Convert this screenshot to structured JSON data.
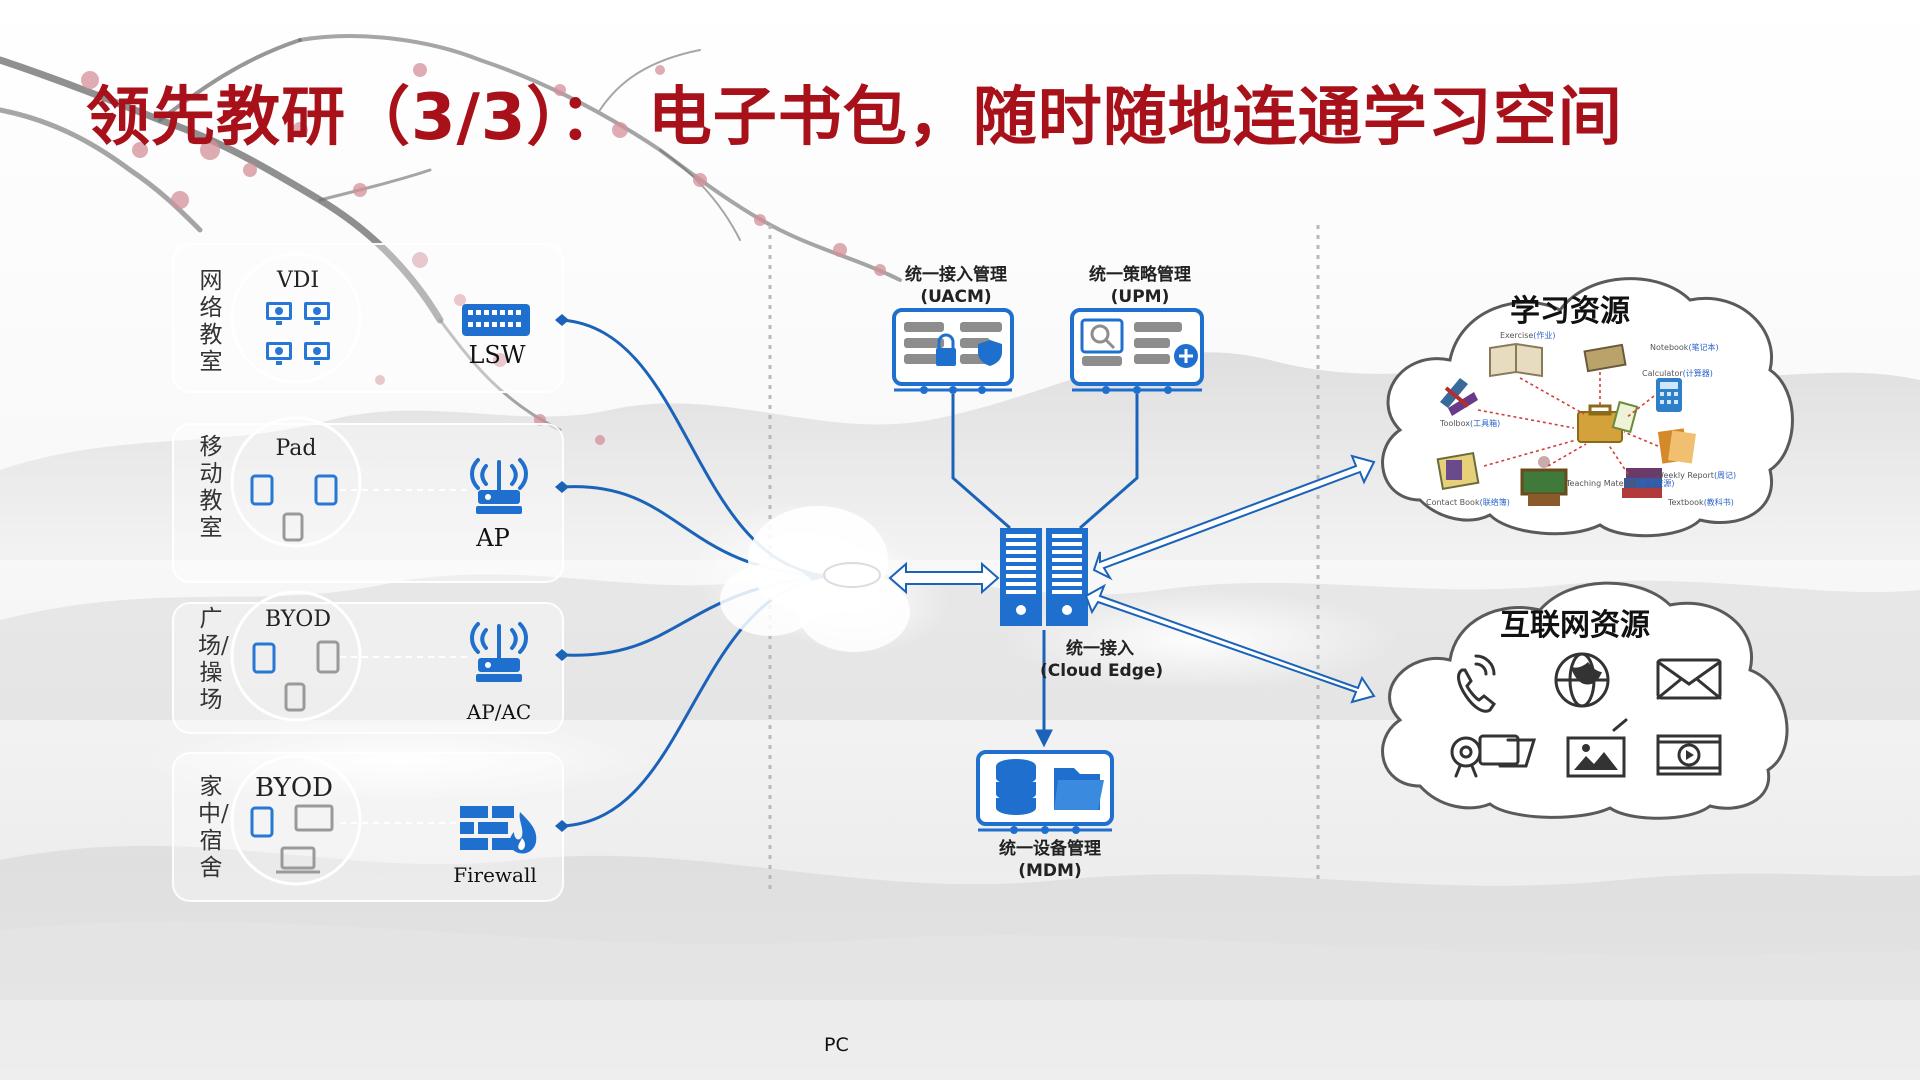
{
  "title": "领先教研（3/3）： 电子书包，随时随地连通学习空间",
  "zones": [
    {
      "label": "网络教室",
      "device_title": "VDI",
      "network_device": "LSW"
    },
    {
      "label": "移动教室",
      "device_title": "Pad",
      "network_device": "AP"
    },
    {
      "label": "广场/操场",
      "device_title": "BYOD",
      "network_device": "AP/AC"
    },
    {
      "label": "家中/宿舍",
      "device_title": "BYOD",
      "network_device": "Firewall"
    }
  ],
  "center": {
    "uacm": {
      "name": "统一接入管理",
      "abbr": "(UACM)"
    },
    "upm": {
      "name": "统一策略管理",
      "abbr": "(UPM)"
    },
    "edge": {
      "name": "统一接入",
      "abbr": "(Cloud Edge)"
    },
    "mdm": {
      "name": "统一设备管理",
      "abbr": "(MDM)"
    }
  },
  "learning_cloud": {
    "title": "学习资源",
    "items": [
      {
        "en": "Exercise",
        "cn": "(作业)"
      },
      {
        "en": "Notebook",
        "cn": "(笔记本)"
      },
      {
        "en": "Calculator",
        "cn": "(计算器)"
      },
      {
        "en": "Toolbox",
        "cn": "(工具箱)"
      },
      {
        "en": "Weekly Report",
        "cn": "(周记)"
      },
      {
        "en": "Teaching Material",
        "cn": "(教学资源)"
      },
      {
        "en": "Contact Book",
        "cn": "(联络簿)"
      },
      {
        "en": "Textbook",
        "cn": "(教科书)"
      }
    ]
  },
  "internet_cloud": {
    "title": "互联网资源"
  },
  "footer": "PC",
  "colors": {
    "title": "#a8101a",
    "accent_blue": "#1a63b8",
    "device_blue": "#2677d6",
    "plum": "#c97b86"
  },
  "icons": [
    "switch-icon",
    "wifi-ap-icon",
    "firewall-icon",
    "server-rack-icon",
    "database-icon",
    "folder-icon",
    "phone-icon",
    "globe-icon",
    "mail-icon",
    "camera-icon",
    "image-icon",
    "video-icon"
  ]
}
